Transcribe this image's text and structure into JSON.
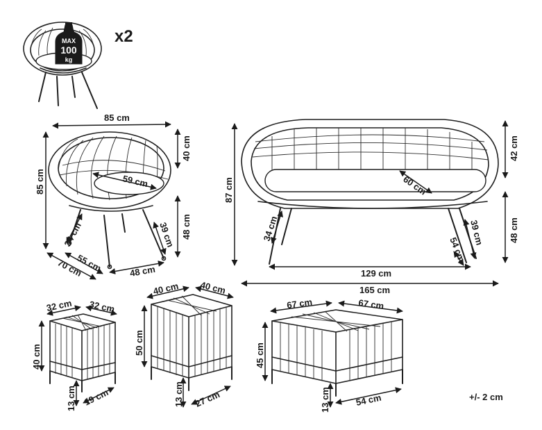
{
  "quantity_label": "x2",
  "max_load": {
    "top": "MAX",
    "value": "100",
    "unit": "kg"
  },
  "chair": {
    "width": "85 cm",
    "height": "85 cm",
    "back_height": "40 cm",
    "seat_height": "48 cm",
    "seat_depth": "59 cm",
    "leg_height_front": "34 cm",
    "leg_height_back": "39 cm",
    "foot_span_depth": "55 cm",
    "foot_span_width": "48 cm",
    "depth": "70 cm"
  },
  "sofa": {
    "height": "87 cm",
    "back_height": "42 cm",
    "seat_height": "48 cm",
    "seat_depth": "60 cm",
    "leg_height_front": "34 cm",
    "leg_height_back": "39 cm",
    "foot_depth": "54 cm",
    "foot_span_width": "129 cm",
    "width": "165 cm"
  },
  "small_table": {
    "width": "32 cm",
    "depth": "32 cm",
    "height": "40 cm",
    "leg_height": "13 cm",
    "base": "19 cm"
  },
  "medium_table": {
    "width": "40 cm",
    "depth": "40 cm",
    "height": "50 cm",
    "leg_height": "13 cm",
    "base": "27 cm"
  },
  "large_table": {
    "width": "67 cm",
    "depth": "67 cm",
    "height": "45 cm",
    "leg_height": "13 cm",
    "base": "54 cm"
  },
  "tolerance": "+/- 2 cm"
}
